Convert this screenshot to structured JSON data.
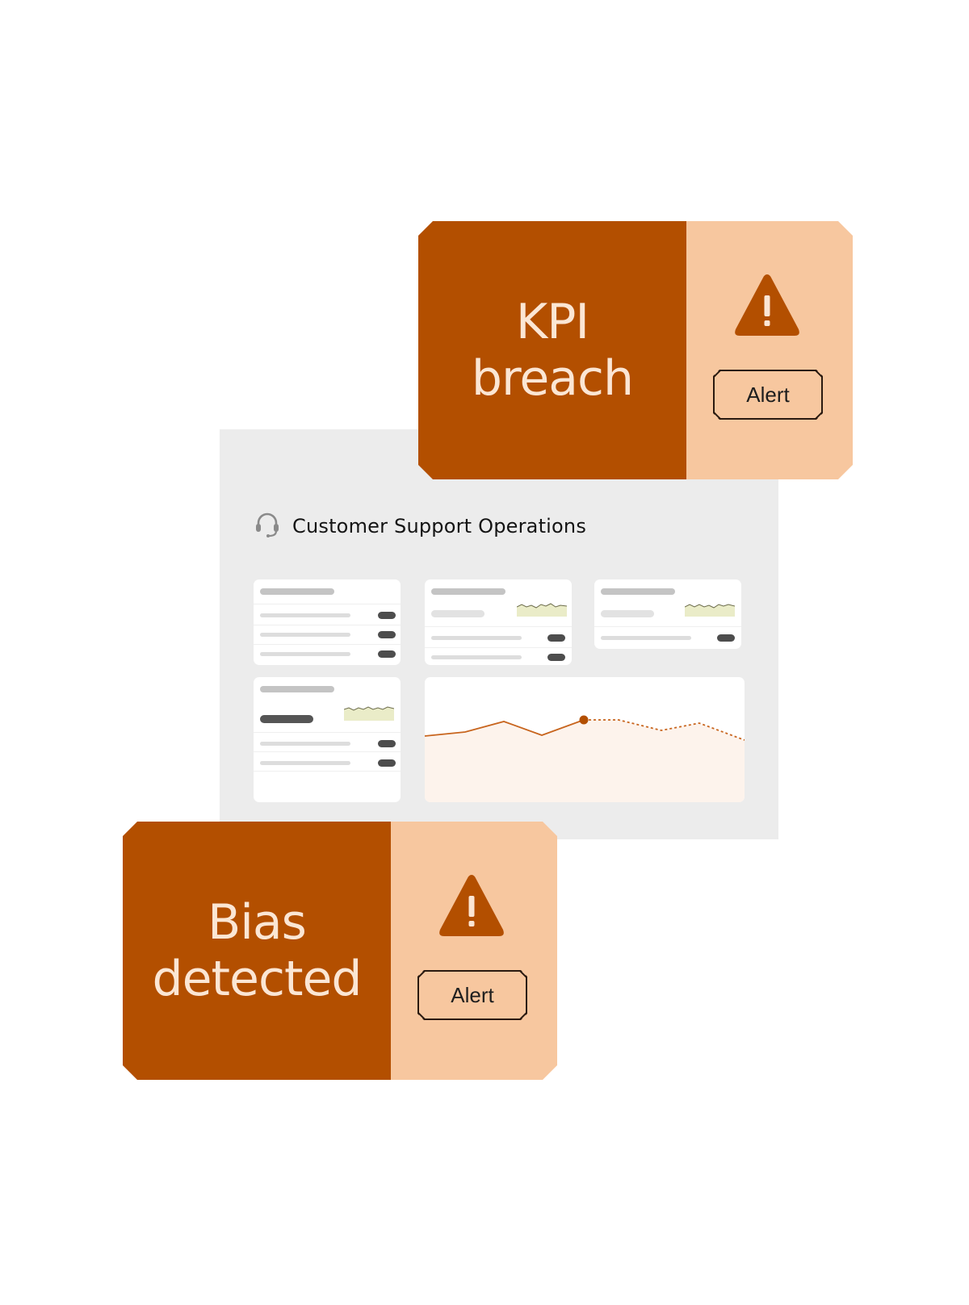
{
  "colors": {
    "alert_dark": "#b34f00",
    "alert_light": "#f7c79f",
    "alert_text": "#fbe6d4",
    "panel_bg": "#ececec",
    "chart_line": "#c8651e",
    "chart_fill": "#fdf3ec",
    "spark_fill": "#eaecc8"
  },
  "dashboard": {
    "title": "Customer Support Operations",
    "icon": "headset-icon"
  },
  "alerts": [
    {
      "line1": "KPI",
      "line2": "breach",
      "icon": "warning-icon",
      "button_label": "Alert"
    },
    {
      "line1": "Bias",
      "line2": "detected",
      "icon": "warning-icon",
      "button_label": "Alert"
    }
  ]
}
